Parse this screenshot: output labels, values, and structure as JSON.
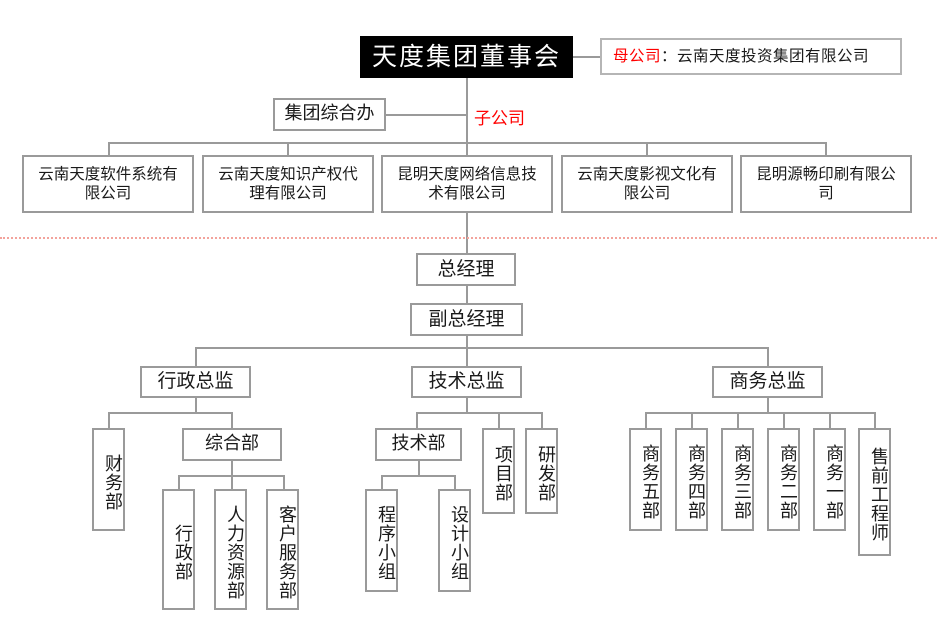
{
  "root": {
    "label": "天度集团董事会"
  },
  "parent_note": {
    "red_label": "母公司",
    "separator": "：",
    "name": "云南天度投资集团有限公司"
  },
  "subsidiary_marker": {
    "label": "子公司"
  },
  "group_office": {
    "label": "集团综合办"
  },
  "subsidiaries": [
    {
      "label": "云南天度软件系统有限公司"
    },
    {
      "label": "云南天度知识产权代理有限公司"
    },
    {
      "label": "昆明天度网络信息技术有限公司"
    },
    {
      "label": "云南天度影视文化有限公司"
    },
    {
      "label": "昆明源畅印刷有限公司"
    }
  ],
  "general_manager": {
    "label": "总经理"
  },
  "deputy_general_manager": {
    "label": "副总经理"
  },
  "directors": [
    {
      "label": "行政总监"
    },
    {
      "label": "技术总监"
    },
    {
      "label": "商务总监"
    }
  ],
  "admin_branch": {
    "finance": {
      "label": "财务部"
    },
    "general_affairs": {
      "label": "综合部"
    },
    "general_affairs_children": [
      {
        "label": "行政部"
      },
      {
        "label": "人力资源部"
      },
      {
        "label": "客户服务部"
      }
    ]
  },
  "tech_branch": {
    "tech_dept": {
      "label": "技术部"
    },
    "tech_dept_children": [
      {
        "label": "程序小组"
      },
      {
        "label": "设计小组"
      }
    ],
    "siblings": [
      {
        "label": "项目部"
      },
      {
        "label": "研发部"
      }
    ]
  },
  "business_branch": {
    "units": [
      {
        "label": "商务五部"
      },
      {
        "label": "商务四部"
      },
      {
        "label": "商务三部"
      },
      {
        "label": "商务二部"
      },
      {
        "label": "商务一部"
      },
      {
        "label": "售前工程师"
      }
    ]
  },
  "colors": {
    "line": "#9a9a9a",
    "accent_red": "#ff0000",
    "separator": "#f3a39c",
    "root_bg": "#000000"
  }
}
